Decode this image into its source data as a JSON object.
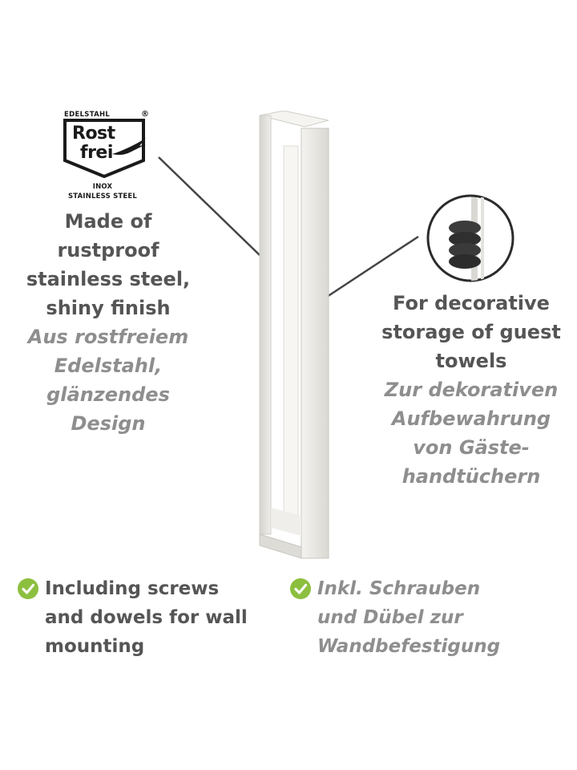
{
  "logo": {
    "top": "EDELSTAHL",
    "registered": "®",
    "line1": "Rost",
    "line2": "frei",
    "sub1": "INOX",
    "sub2": "STAINLESS STEEL"
  },
  "left_feature": {
    "en": [
      "Made of",
      "rustproof",
      "stainless steel,",
      "shiny finish"
    ],
    "de": [
      "Aus rostfreiem",
      "Edelstahl,",
      "glänzendes",
      "Design"
    ]
  },
  "right_feature": {
    "en": [
      "For decorative",
      "storage of guest",
      "towels"
    ],
    "de": [
      "Zur dekorativen",
      "Aufbewahrung",
      "von Gäste-",
      "handtüchern"
    ]
  },
  "bullets": {
    "en": [
      "Including screws",
      "and dowels for wall",
      "mounting"
    ],
    "de": [
      "Inkl. Schrauben",
      "und Dübel zur",
      "Wandbefestigung"
    ]
  },
  "colors": {
    "check": "#8cbf3f",
    "text_en": "#555555",
    "text_de": "#8e8e8e",
    "steel": "#e9e8e3"
  }
}
